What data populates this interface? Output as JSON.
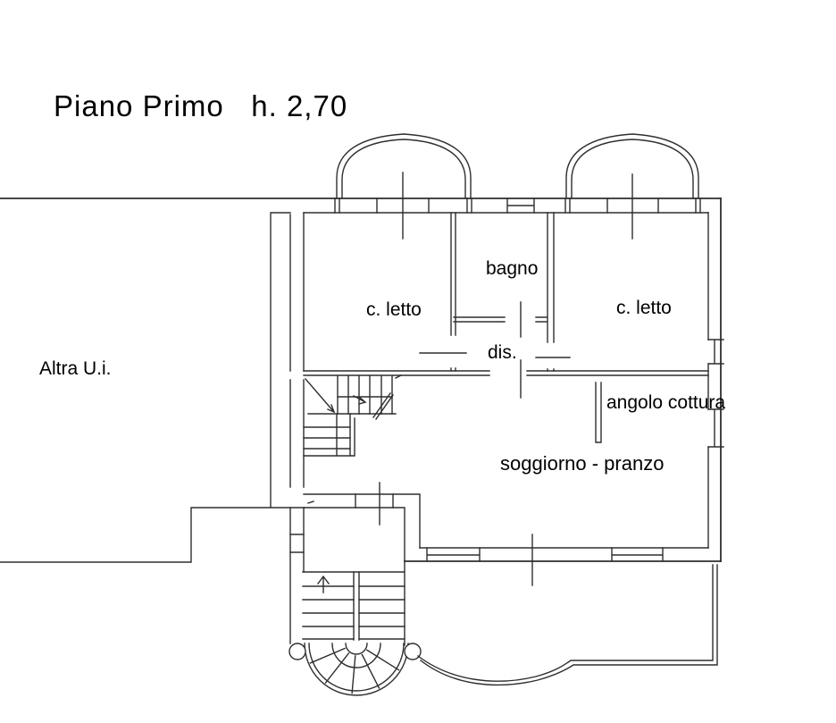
{
  "title": "Piano Primo   h. 2,70",
  "rooms": {
    "altra_ui": "Altra U.i.",
    "bedroom_left": "c. letto",
    "bathroom": "bagno",
    "hallway": "dis.",
    "bedroom_right": "c. letto",
    "kitchenette": "angolo cottura",
    "living_dining": "soggiorno - pranzo"
  },
  "colors": {
    "line": "#2e2e2e",
    "background": "#ffffff",
    "text": "#000000"
  }
}
